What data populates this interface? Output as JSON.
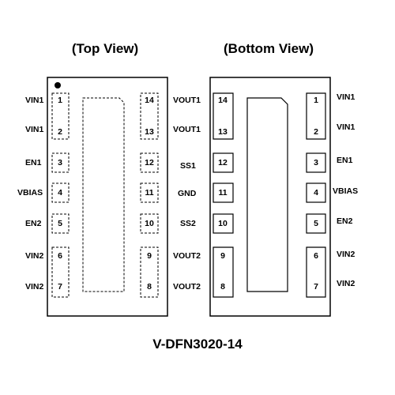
{
  "titles": {
    "top_view": "(Top View)",
    "bottom_view": "(Bottom View)"
  },
  "package": "V-DFN3020-14",
  "top_view": {
    "left_pins": [
      {
        "num": "1",
        "label": "VIN1"
      },
      {
        "num": "2",
        "label": "VIN1"
      },
      {
        "num": "3",
        "label": "EN1"
      },
      {
        "num": "4",
        "label": "VBIAS"
      },
      {
        "num": "5",
        "label": "EN2"
      },
      {
        "num": "6",
        "label": "VIN2"
      },
      {
        "num": "7",
        "label": "VIN2"
      }
    ],
    "right_pins": [
      {
        "num": "14",
        "label": "VOUT1"
      },
      {
        "num": "13",
        "label": "VOUT1"
      },
      {
        "num": "12",
        "label": "SS1"
      },
      {
        "num": "11",
        "label": "GND"
      },
      {
        "num": "10",
        "label": "SS2"
      },
      {
        "num": "9",
        "label": "VOUT2"
      },
      {
        "num": "8",
        "label": "VOUT2"
      }
    ]
  },
  "bottom_view": {
    "left_pins": [
      {
        "num": "14"
      },
      {
        "num": "13"
      },
      {
        "num": "12"
      },
      {
        "num": "11"
      },
      {
        "num": "10"
      },
      {
        "num": "9"
      },
      {
        "num": "8"
      }
    ],
    "right_pins": [
      {
        "num": "1",
        "label": "VIN1"
      },
      {
        "num": "2",
        "label": "VIN1"
      },
      {
        "num": "3",
        "label": "EN1"
      },
      {
        "num": "4",
        "label": "VBIAS"
      },
      {
        "num": "5",
        "label": "EN2"
      },
      {
        "num": "6",
        "label": "VIN2"
      },
      {
        "num": "7",
        "label": "VIN2"
      }
    ]
  }
}
